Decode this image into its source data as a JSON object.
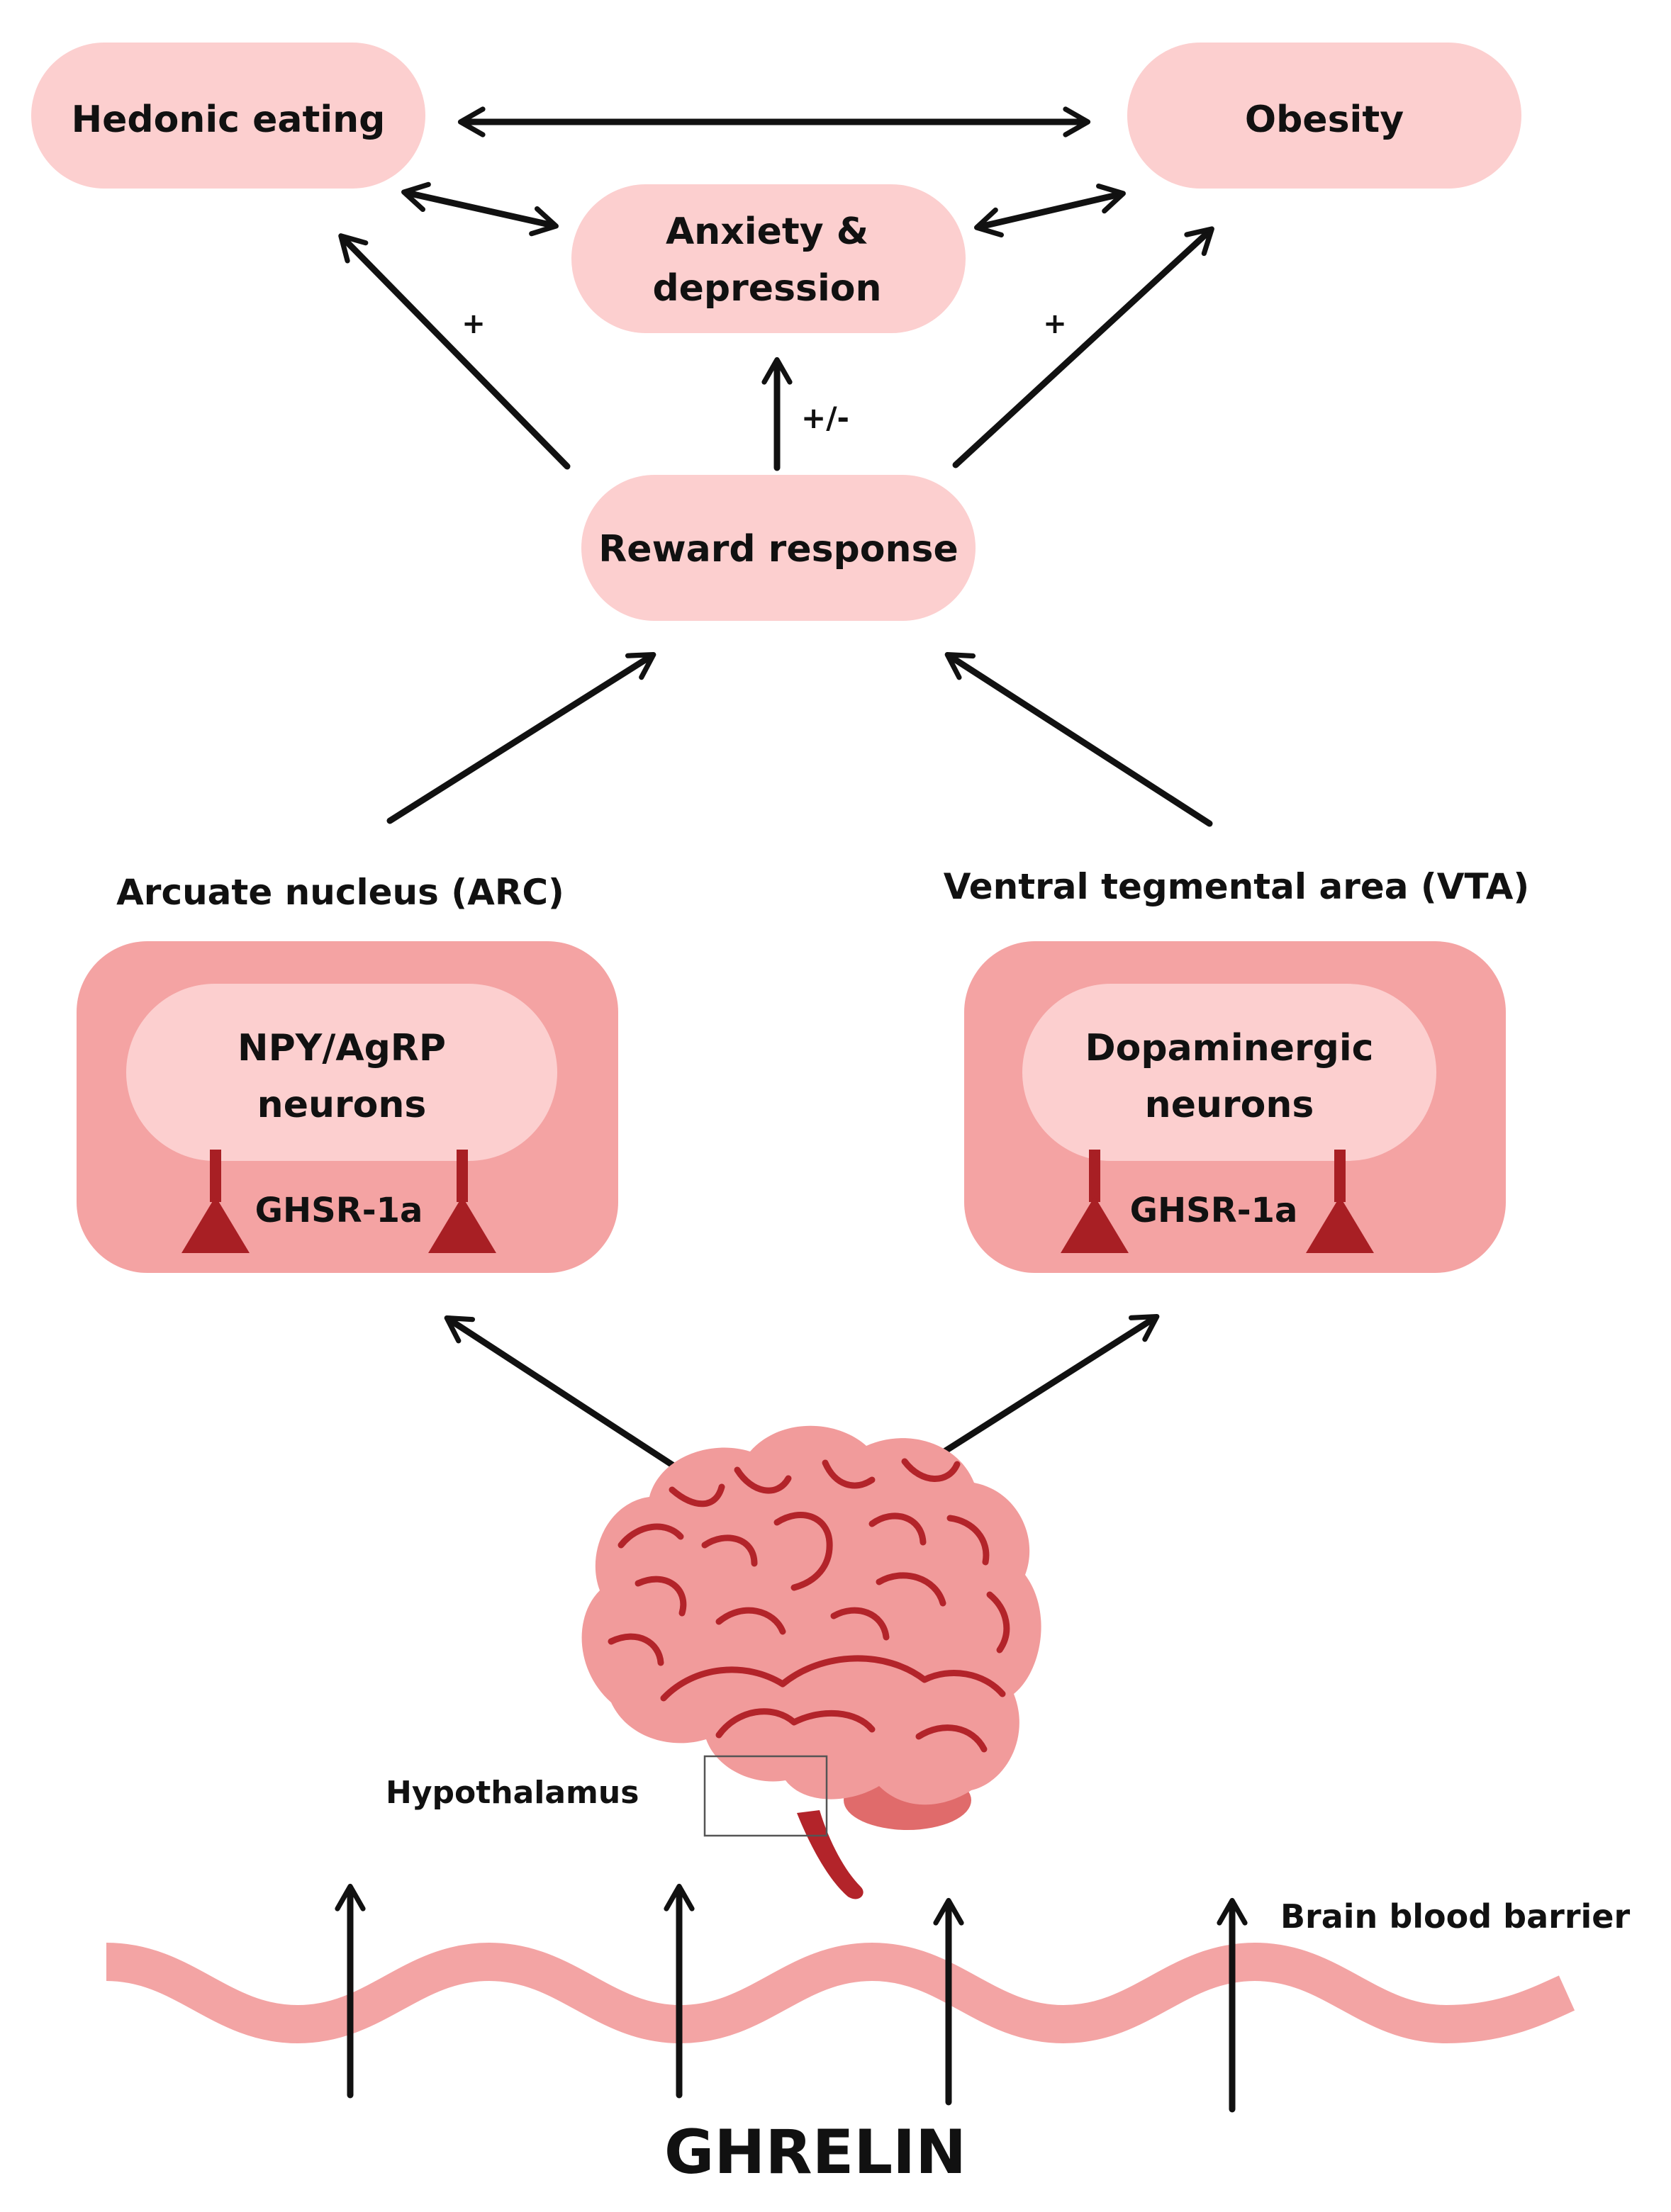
{
  "nodes": {
    "hedonic": "Hedonic eating",
    "obesity": "Obesity",
    "anxiety_line1": "Anxiety &",
    "anxiety_line2": "depression",
    "reward": "Reward response"
  },
  "signs": {
    "left_plus": "+",
    "right_plus": "+",
    "center_pm": "+/-"
  },
  "regions": {
    "arc_title": "Arcuate nucleus (ARC)",
    "vta_title": "Ventral tegmental area (VTA)",
    "arc_neuron_line1": "NPY/AgRP",
    "arc_neuron_line2": "neurons",
    "vta_neuron_line1": "Dopaminergic",
    "vta_neuron_line2": "neurons",
    "receptor": "GHSR-1a"
  },
  "brain": {
    "hypothalamus_label": "Hypothalamus"
  },
  "barrier": {
    "label": "Brain blood barrier"
  },
  "hormone": {
    "label": "GHRELIN"
  },
  "colors": {
    "pill": "#fccfcf",
    "box_outer": "#f4a3a3",
    "box_inner": "#fccfcf",
    "receptor": "#a81f24",
    "brain": "#f19b9b",
    "brain_line": "#b3242a",
    "cerebellum": "#e06b6b",
    "wave": "#f3a4a4",
    "arrow": "#111111"
  }
}
